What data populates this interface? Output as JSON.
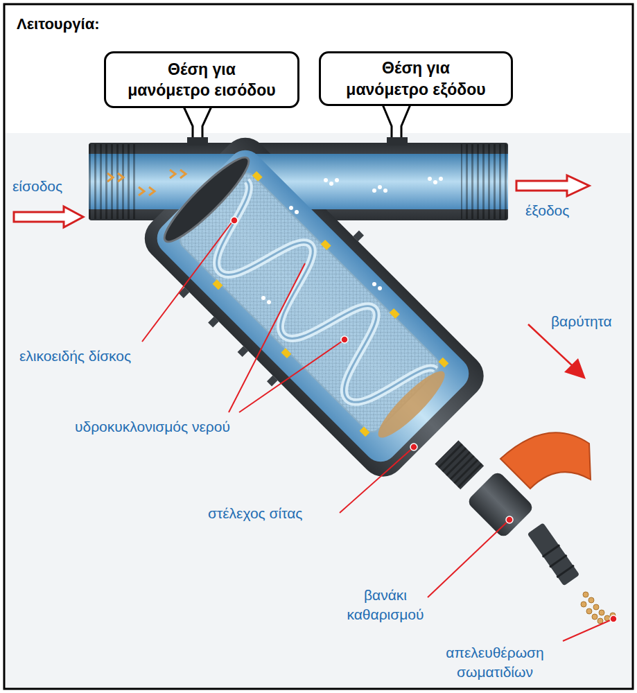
{
  "diagram": {
    "title": "Λειτουργία:",
    "nodes": [
      {
        "text": [
          "Θέση για μανόμετρο εισόδου"
        ]
      },
      {
        "text": [
          "Θέση για μανόμετρο εξόδου"
        ]
      }
    ],
    "labels": [
      "είσοδος",
      "έξοδος",
      "βαρύτητα",
      "ελικοειδής δίσκος",
      "υδροκυκλονισμός νερού",
      "στέλεχος σίτας",
      "βανάκι καθαρισμού",
      "απελευθέρωση σωματιδίων"
    ]
  }
}
